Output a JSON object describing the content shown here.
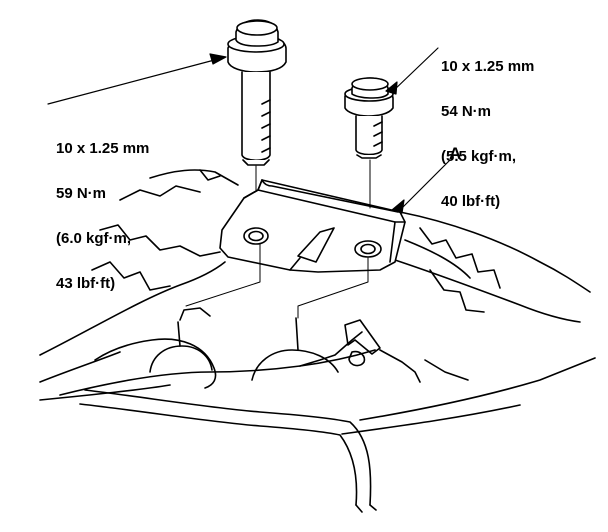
{
  "callouts": {
    "left_bolt": {
      "size": "10 x 1.25 mm",
      "torque_nm": "59 N·m",
      "torque_kgf": "(6.0 kgf·m,",
      "torque_lbf": "43 lbf·ft)"
    },
    "right_bolt": {
      "size": "10 x 1.25 mm",
      "torque_nm": "54 N·m",
      "torque_kgf": "(5.5 kgf·m,",
      "torque_lbf": "40 lbf·ft)"
    },
    "part_label": "A"
  },
  "colors": {
    "line": "#000000",
    "fill": "#ffffff",
    "text": "#000000"
  }
}
